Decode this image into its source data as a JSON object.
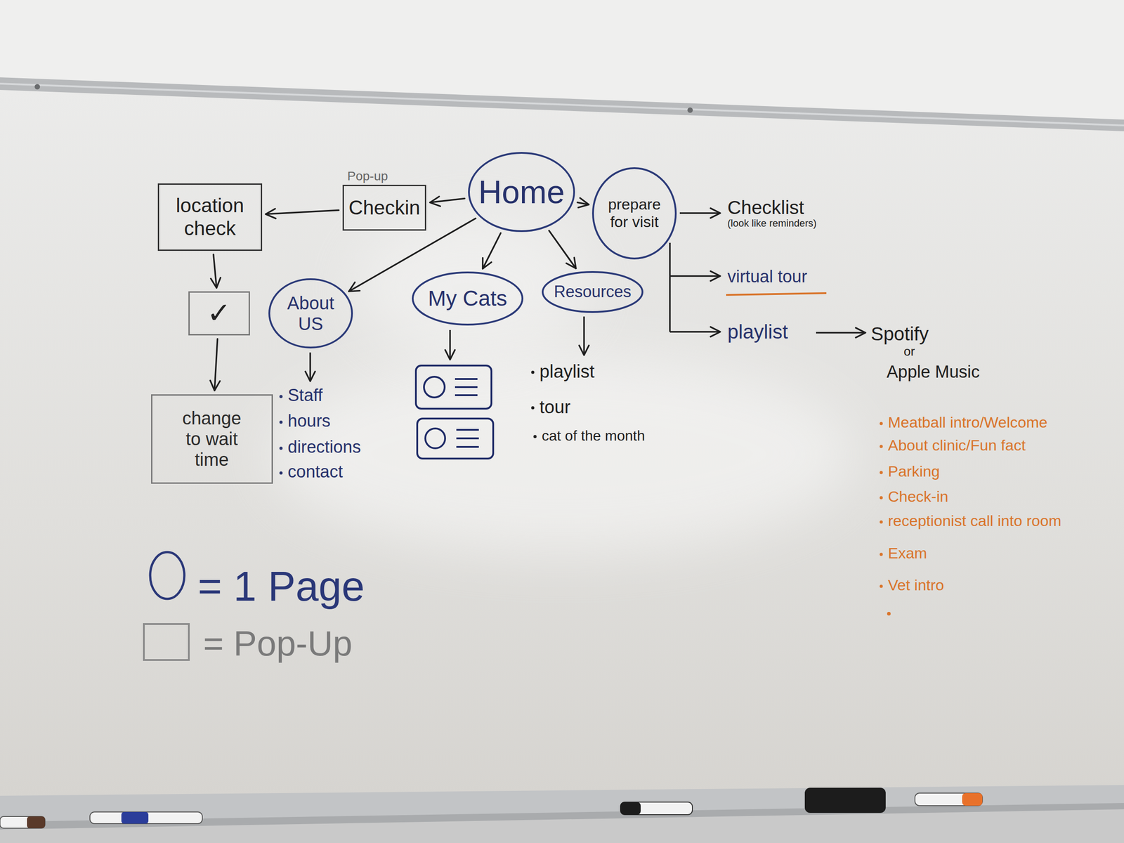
{
  "diagram": {
    "nodes": [
      {
        "text": [
          "Home"
        ]
      },
      {
        "text": [
          "Pop-up",
          "Checkin"
        ]
      },
      {
        "text": [
          "location check"
        ]
      },
      {
        "text": [
          "✓"
        ]
      },
      {
        "text": [
          "change to wait time"
        ]
      },
      {
        "text": [
          "About US"
        ]
      },
      {
        "text": [
          "My Cats"
        ]
      },
      {
        "text": [
          "Resources"
        ]
      },
      {
        "text": [
          "prepare for visit"
        ]
      }
    ],
    "edges": [
      {
        "from": 0,
        "to": 1,
        "arrow": "to"
      },
      {
        "from": 1,
        "to": 2,
        "arrow": "to"
      },
      {
        "from": 2,
        "to": 3,
        "arrow": "to"
      },
      {
        "from": 3,
        "to": 4,
        "arrow": "to"
      },
      {
        "from": 0,
        "to": 5,
        "arrow": "to"
      },
      {
        "from": 0,
        "to": 6,
        "arrow": "to"
      },
      {
        "from": 0,
        "to": 7,
        "arrow": "to"
      },
      {
        "from": 0,
        "to": 8,
        "arrow": "to"
      }
    ],
    "labels": [
      "Checklist",
      "(look like reminders)",
      "virtual tour",
      "playlist",
      "Spotify",
      "or",
      "Apple Music",
      "Staff",
      "hours",
      "directions",
      "contact",
      "playlist",
      "tour",
      "cat of the month",
      "Meatball intro/Welcome",
      "About clinic/Fun fact",
      "Parking",
      "Check-in",
      "receptionist call into room",
      "Exam",
      "Vet intro"
    ],
    "legend": [
      {
        "text": "= 1 Page"
      },
      {
        "text": "= Pop-Up"
      }
    ]
  }
}
